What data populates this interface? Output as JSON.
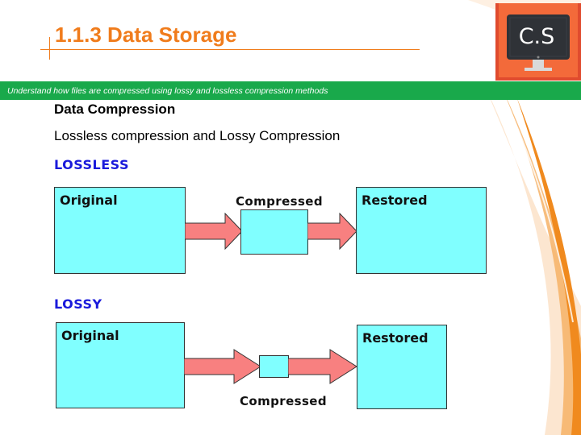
{
  "slide": {
    "title": "1.1.3 Data Storage",
    "objective": "Understand how files are compressed using lossy and lossless compression methods",
    "subheading": "Data Compression",
    "body": "Lossless compression and Lossy Compression",
    "logo_text": "C.S"
  },
  "lossless": {
    "label": "LOSSLESS",
    "original": "Original",
    "compressed": "Compressed",
    "restored": "Restored"
  },
  "lossy": {
    "label": "LOSSY",
    "original": "Original",
    "compressed": "Compressed",
    "restored": "Restored"
  },
  "colors": {
    "title": "#f07c1c",
    "banner": "#19a94b",
    "box_fill": "#80ffff",
    "arrow_fill": "#f88080",
    "section_label": "#1a1adb"
  },
  "icons": [
    "monitor-icon"
  ]
}
